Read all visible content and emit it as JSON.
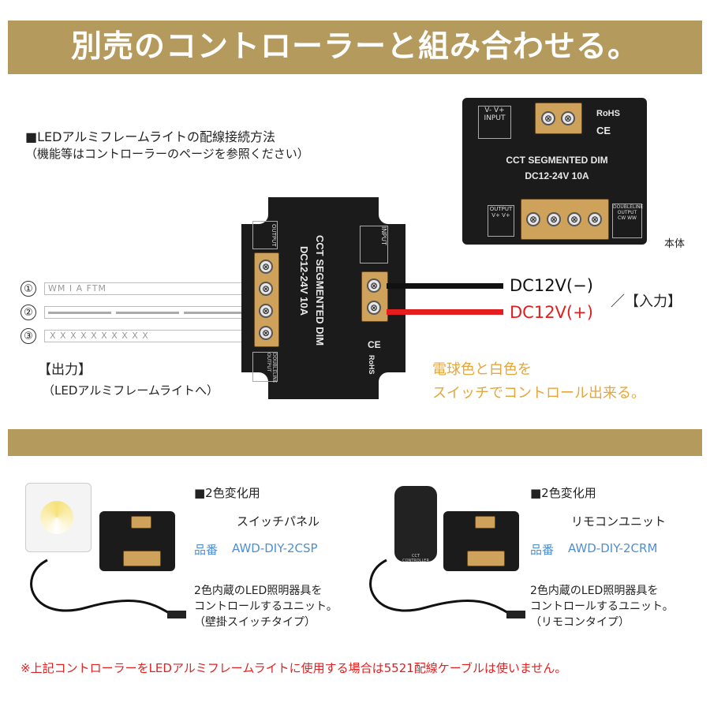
{
  "banner": {
    "title": "別売のコントローラーと組み合わせる。"
  },
  "wiring": {
    "heading": "■LEDアルミフレームライトの配線接続方法",
    "subheading": "（機能等はコントローラーのページを参照ください）",
    "output_title": "【出力】",
    "output_desc": "（LEDアルミフレームライトへ）",
    "input_label": "／【入力】",
    "dc_minus": "DC12V(−)",
    "dc_plus": "DC12V(+)",
    "feature_line1": "電球色と白色を",
    "feature_line2": "スイッチでコントロール出来る。",
    "body_label": "本体",
    "rows": [
      {
        "num": "①",
        "strip_text": "WM    I    A    FTM"
      },
      {
        "num": "②",
        "strip_text": ""
      },
      {
        "num": "③",
        "strip_text": "X  X  X  X  X  X  X  X  X  X"
      }
    ],
    "controller": {
      "name": "CCT SEGMENTED DIM",
      "spec": "DC12-24V 10A",
      "input": "INPUT",
      "input_pins": "V- V+",
      "output": "OUTPUT",
      "output_pins": "V+ V+",
      "doubleline": "DOUBLELINE OUTPUT",
      "doubleline_pins": "CW WW",
      "rohs": "RoHS",
      "ce": "CE"
    }
  },
  "products": [
    {
      "heading": "■2色変化用",
      "type": "スイッチパネル",
      "model_label": "品番",
      "model": "AWD-DIY-2CSP",
      "desc1": "2色内蔵のLED照明器具を",
      "desc2": "コントロールするユニット。",
      "desc3": "（壁掛スイッチタイプ）"
    },
    {
      "heading": "■2色変化用",
      "type": "リモコンユニット",
      "model_label": "品番",
      "model": "AWD-DIY-2CRM",
      "desc1": "2色内蔵のLED照明器具を",
      "desc2": "コントロールするユニット。",
      "desc3": "（リモコンタイプ）"
    }
  ],
  "remote_label": "CCT CONTROLLER",
  "footer_note": "※上記コントローラーをLEDアルミフレームライトに使用する場合は5521配線ケーブルは使いません。",
  "colors": {
    "gold": "#b59a5e",
    "orange": "#e5a63a",
    "red": "#e02020",
    "blue": "#4f8fd0"
  }
}
